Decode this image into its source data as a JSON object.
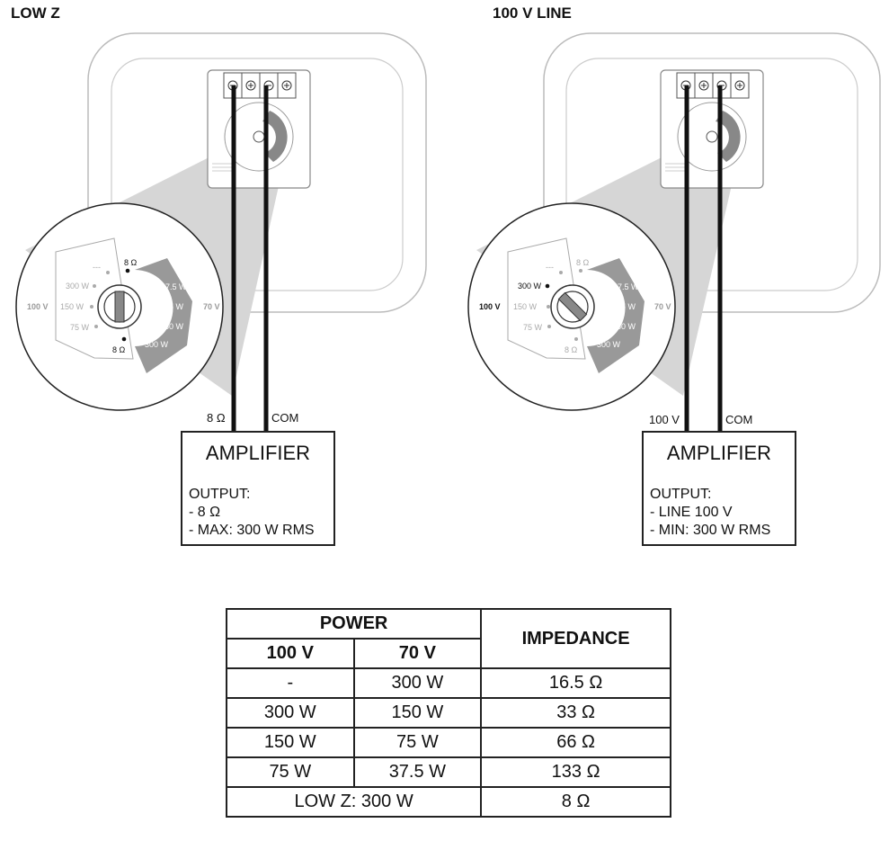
{
  "diagrams": [
    {
      "title": "LOW Z",
      "wire_left": "8 Ω",
      "wire_right": "COM",
      "amp_title": "AMPLIFIER",
      "amp_lines": [
        "OUTPUT:",
        "- 8 Ω",
        "- MAX: 300 W RMS"
      ],
      "dial": {
        "left_label": "100 V",
        "right_label": "70 V",
        "top": "8 Ω",
        "dash": "---",
        "w300": "300 W",
        "w150": "150 W",
        "w75": "75 W",
        "bottom": "8 Ω",
        "r375": "37.5 W",
        "r75": "75 W",
        "r150": "150 W",
        "r300": "300 W"
      },
      "selected": "8 Ω"
    },
    {
      "title": "100 V LINE",
      "wire_left": "100 V",
      "wire_right": "COM",
      "amp_title": "AMPLIFIER",
      "amp_lines": [
        "OUTPUT:",
        "- LINE 100 V",
        "- MIN: 300 W RMS"
      ],
      "dial": {
        "left_label": "100 V",
        "right_label": "70 V",
        "top": "8 Ω",
        "dash": "---",
        "w300": "300 W",
        "w150": "150 W",
        "w75": "75 W",
        "bottom": "8 Ω",
        "r375": "37.5 W",
        "r75": "75 W",
        "r150": "150 W",
        "r300": "300 W"
      },
      "selected": "300 W"
    }
  ],
  "table": {
    "power_header": "POWER",
    "impedance_header": "IMPEDANCE",
    "col_100v": "100 V",
    "col_70v": "70 V",
    "rows": [
      [
        "-",
        "300 W",
        "16.5 Ω"
      ],
      [
        "300 W",
        "150 W",
        "33 Ω"
      ],
      [
        "150 W",
        "75 W",
        "66 Ω"
      ],
      [
        "75 W",
        "37.5 W",
        "133 Ω"
      ]
    ],
    "last_row": {
      "label": "LOW Z: 300 W",
      "impedance": "8 Ω"
    }
  }
}
